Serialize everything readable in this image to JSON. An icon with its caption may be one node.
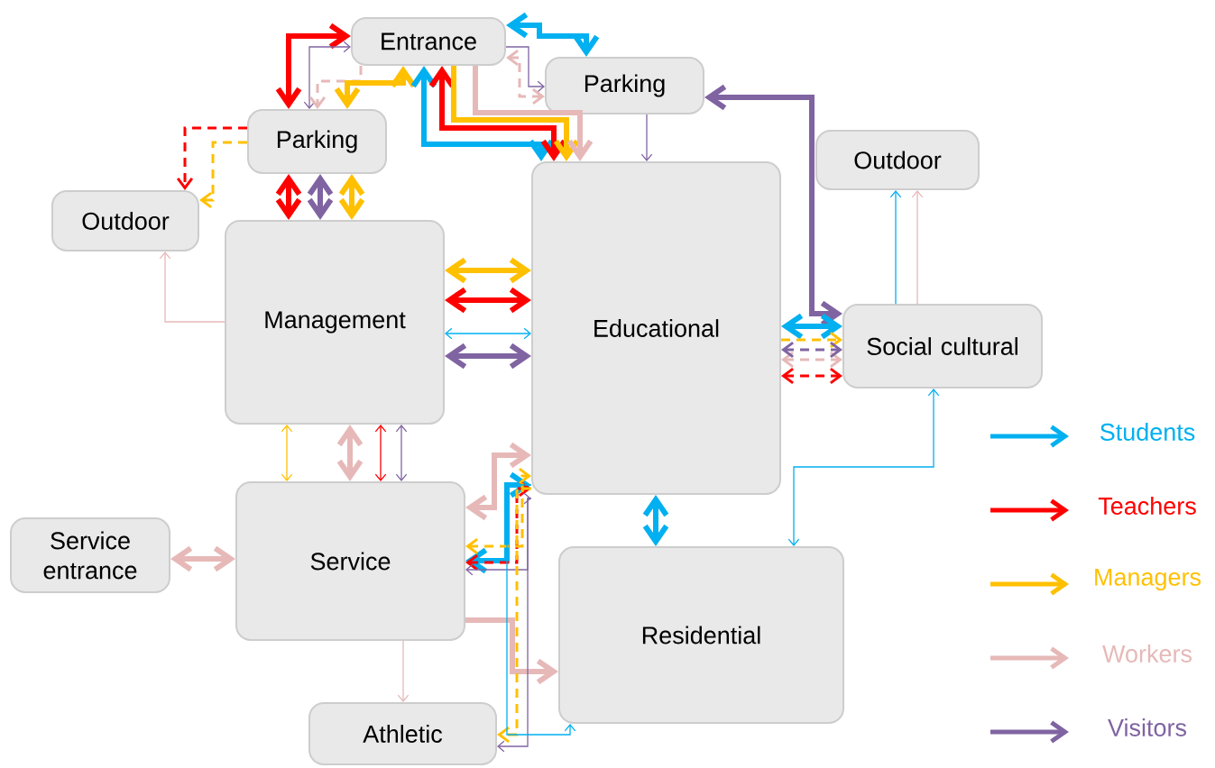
{
  "diagram": {
    "nodes": [
      {
        "text": [
          "Entrance"
        ]
      },
      {
        "text": [
          "Parking"
        ]
      },
      {
        "text": [
          "Parking"
        ]
      },
      {
        "text": [
          "Outdoor"
        ]
      },
      {
        "text": [
          "Outdoor"
        ]
      },
      {
        "text": [
          "Management"
        ]
      },
      {
        "text": [
          "Educational"
        ]
      },
      {
        "text": [
          "Social cultural"
        ]
      },
      {
        "text": [
          "Service entrance"
        ]
      },
      {
        "text": [
          "Service"
        ]
      },
      {
        "text": [
          "Residential"
        ]
      },
      {
        "text": [
          "Athletic"
        ]
      }
    ],
    "edges": [
      {
        "from": 2,
        "to": 0,
        "arrow": "both",
        "style": "thick",
        "color": "#ff0000"
      },
      {
        "from": 2,
        "to": 0,
        "arrow": "both",
        "color": "#8064a2"
      },
      {
        "from": 0,
        "to": 2,
        "arrow": "to",
        "style": "dashed",
        "color": "#e6b9b8"
      },
      {
        "from": 2,
        "to": 0,
        "arrow": "both",
        "style": "thick",
        "color": "#ffc000"
      },
      {
        "from": 0,
        "to": 6,
        "arrow": "both",
        "style": "thick",
        "color": "#00b0f0"
      },
      {
        "from": 0,
        "to": 6,
        "arrow": "both",
        "style": "thick",
        "color": "#ff0000"
      },
      {
        "from": 0,
        "to": 6,
        "arrow": "to",
        "style": "thick",
        "color": "#ffc000"
      },
      {
        "from": 0,
        "to": 6,
        "arrow": "to",
        "style": "thick",
        "color": "#e6b9b8"
      },
      {
        "from": 0,
        "to": 1,
        "arrow": "both",
        "style": "thick",
        "color": "#00b0f0"
      },
      {
        "from": 0,
        "to": 1,
        "arrow": "to",
        "color": "#8064a2"
      },
      {
        "from": 0,
        "to": 1,
        "arrow": "both",
        "style": "dashed",
        "color": "#e6b9b8"
      },
      {
        "from": 1,
        "to": 6,
        "arrow": "to",
        "color": "#8064a2"
      },
      {
        "from": 1,
        "to": 7,
        "arrow": "both",
        "style": "thick",
        "color": "#8064a2"
      },
      {
        "from": 2,
        "to": 3,
        "arrow": "to",
        "style": "dashed",
        "color": "#ff0000"
      },
      {
        "from": 2,
        "to": 3,
        "arrow": "to",
        "style": "dashed",
        "color": "#ffc000"
      },
      {
        "from": 2,
        "to": 5,
        "arrow": "both",
        "style": "thick",
        "color": "#ff0000"
      },
      {
        "from": 2,
        "to": 5,
        "arrow": "both",
        "style": "thick",
        "color": "#8064a2"
      },
      {
        "from": 2,
        "to": 5,
        "arrow": "both",
        "style": "thick",
        "color": "#ffc000"
      },
      {
        "from": 5,
        "to": 3,
        "arrow": "to",
        "color": "#e6b9b8"
      },
      {
        "from": 5,
        "to": 6,
        "arrow": "both",
        "style": "thick",
        "color": "#ffc000"
      },
      {
        "from": 5,
        "to": 6,
        "arrow": "both",
        "style": "thick",
        "color": "#ff0000"
      },
      {
        "from": 5,
        "to": 6,
        "arrow": "both",
        "color": "#00b0f0"
      },
      {
        "from": 5,
        "to": 6,
        "arrow": "both",
        "style": "thick",
        "color": "#8064a2"
      },
      {
        "from": 6,
        "to": 7,
        "arrow": "both",
        "style": "thick",
        "color": "#00b0f0"
      },
      {
        "from": 6,
        "to": 7,
        "arrow": "to",
        "style": "dashed",
        "color": "#ffc000"
      },
      {
        "from": 6,
        "to": 7,
        "arrow": "both",
        "style": "dashed",
        "color": "#e6b9b8"
      },
      {
        "from": 6,
        "to": 7,
        "arrow": "both",
        "style": "dashed",
        "color": "#8064a2"
      },
      {
        "from": 6,
        "to": 7,
        "arrow": "both",
        "style": "dashed",
        "color": "#ff0000"
      },
      {
        "from": 7,
        "to": 4,
        "arrow": "to",
        "color": "#00b0f0"
      },
      {
        "from": 7,
        "to": 4,
        "arrow": "to",
        "color": "#e6b9b8"
      },
      {
        "from": 7,
        "to": 10,
        "arrow": "both",
        "color": "#00b0f0"
      },
      {
        "from": 5,
        "to": 9,
        "arrow": "both",
        "color": "#ffc000"
      },
      {
        "from": 5,
        "to": 9,
        "arrow": "both",
        "style": "thick",
        "color": "#e6b9b8"
      },
      {
        "from": 5,
        "to": 9,
        "arrow": "both",
        "color": "#ff0000"
      },
      {
        "from": 5,
        "to": 9,
        "arrow": "both",
        "color": "#8064a2"
      },
      {
        "from": 6,
        "to": 10,
        "arrow": "both",
        "style": "thick",
        "color": "#00b0f0"
      },
      {
        "from": 8,
        "to": 9,
        "arrow": "both",
        "style": "thick",
        "color": "#e6b9b8"
      },
      {
        "from": 9,
        "to": 11,
        "arrow": "to",
        "color": "#e6b9b8"
      },
      {
        "from": 9,
        "to": 6,
        "arrow": "both",
        "style": "thick",
        "color": "#e6b9b8"
      },
      {
        "from": 9,
        "to": 10,
        "arrow": "to",
        "style": "thick",
        "color": "#e6b9b8"
      },
      {
        "from": 9,
        "to": 6,
        "arrow": "both",
        "style": "thick",
        "color": "#00b0f0"
      },
      {
        "from": 9,
        "to": 6,
        "arrow": "both",
        "style": "dashed",
        "color": "#ff0000"
      },
      {
        "from": 9,
        "to": 6,
        "arrow": "both",
        "style": "dashed",
        "color": "#ffc000"
      },
      {
        "from": 9,
        "to": 6,
        "arrow": "both",
        "color": "#8064a2"
      },
      {
        "from": 6,
        "to": 11,
        "arrow": "to",
        "style": "dashed",
        "color": "#ffc000"
      },
      {
        "from": 6,
        "to": 11,
        "arrow": "to",
        "color": "#8064a2"
      },
      {
        "from": 6,
        "to": 10,
        "arrow": "to",
        "color": "#00b0f0"
      }
    ],
    "legend": [
      {
        "text": "Students",
        "color": "#00b0f0"
      },
      {
        "text": "Teachers",
        "color": "#ff0000"
      },
      {
        "text": "Managers",
        "color": "#ffc000"
      },
      {
        "text": "Workers",
        "color": "#e6b9b8"
      },
      {
        "text": "Visitors",
        "color": "#8064a2"
      }
    ]
  }
}
